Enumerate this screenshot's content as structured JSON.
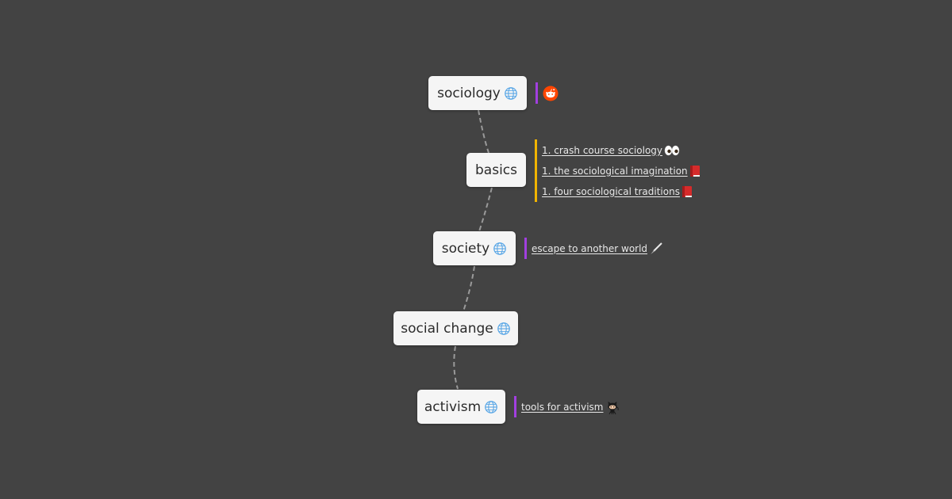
{
  "colors": {
    "background": "#434343",
    "node_bg": "#f5f5f5",
    "link": "#9a9a9a",
    "note_bar_purple": "#a23fe0",
    "note_bar_yellow": "#f1b400",
    "globe": "#5aa7e6"
  },
  "nodes": [
    {
      "label": "sociology",
      "icon": "globe-icon"
    },
    {
      "label": "basics",
      "icon": ""
    },
    {
      "label": "society",
      "icon": "globe-icon"
    },
    {
      "label": "social change",
      "icon": "globe-icon"
    },
    {
      "label": "activism",
      "icon": "globe-icon"
    }
  ],
  "notes": {
    "sociology": {
      "icon": "reddit-icon"
    },
    "basics": {
      "items": [
        {
          "text": "1. crash course sociology ",
          "icon": "eyes-icon"
        },
        {
          "text": "1. the sociological imagination ",
          "icon": "book-icon"
        },
        {
          "text": "1. four sociological traditions ",
          "icon": "book-icon"
        }
      ]
    },
    "society": {
      "items": [
        {
          "text": "escape to another world ",
          "icon": "brush-icon"
        }
      ]
    },
    "activism": {
      "items": [
        {
          "text": "tools for activism ",
          "icon": "octocat-icon"
        }
      ]
    }
  }
}
